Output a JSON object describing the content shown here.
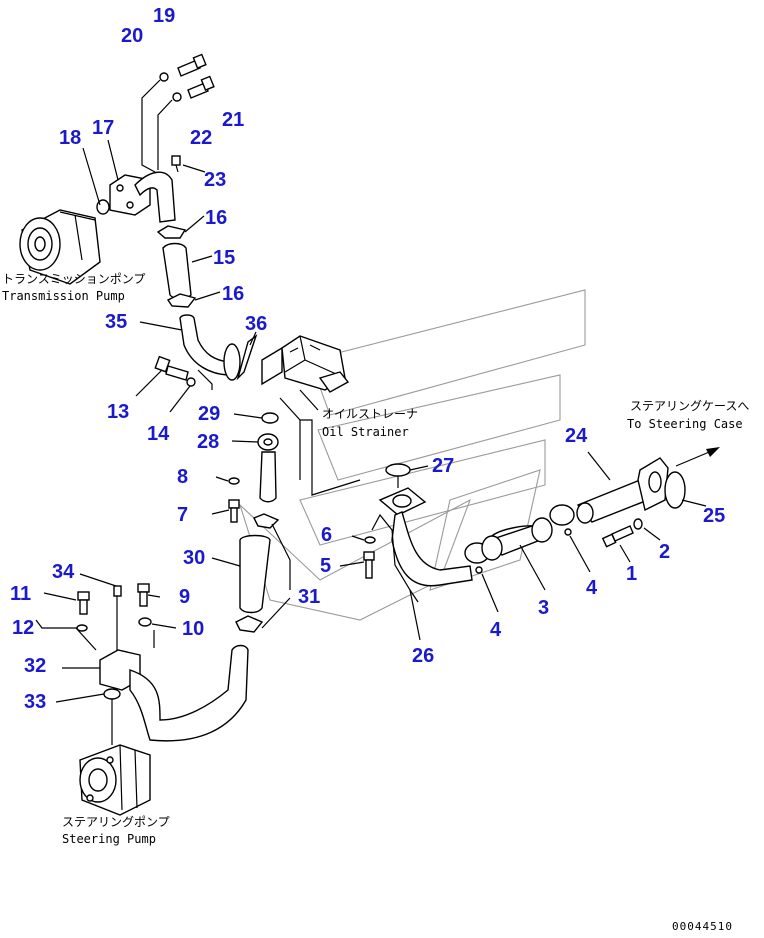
{
  "labels": {
    "transmission_pump_jp": "トランスミッションポンプ",
    "transmission_pump_en": "Transmission Pump",
    "oil_strainer_jp": "オイルストレーナ",
    "oil_strainer_en": "Oil Strainer",
    "steering_case_jp": "ステアリングケースへ",
    "steering_case_en": "To Steering Case",
    "steering_pump_jp": "ステアリングポンプ",
    "steering_pump_en": "Steering Pump"
  },
  "part_numbers": {
    "p1": "1",
    "p2": "2",
    "p3": "3",
    "p4a": "4",
    "p4b": "4",
    "p5": "5",
    "p6": "6",
    "p7": "7",
    "p8": "8",
    "p9": "9",
    "p10": "10",
    "p11": "11",
    "p12": "12",
    "p13": "13",
    "p14": "14",
    "p15": "15",
    "p16a": "16",
    "p16b": "16",
    "p17": "17",
    "p18": "18",
    "p19": "19",
    "p20": "20",
    "p21": "21",
    "p22": "22",
    "p23": "23",
    "p24": "24",
    "p25": "25",
    "p26": "26",
    "p27": "27",
    "p28": "28",
    "p29": "29",
    "p30": "30",
    "p31": "31",
    "p32": "32",
    "p33": "33",
    "p34": "34",
    "p35": "35",
    "p36": "36"
  },
  "drawing_code": "00044510"
}
